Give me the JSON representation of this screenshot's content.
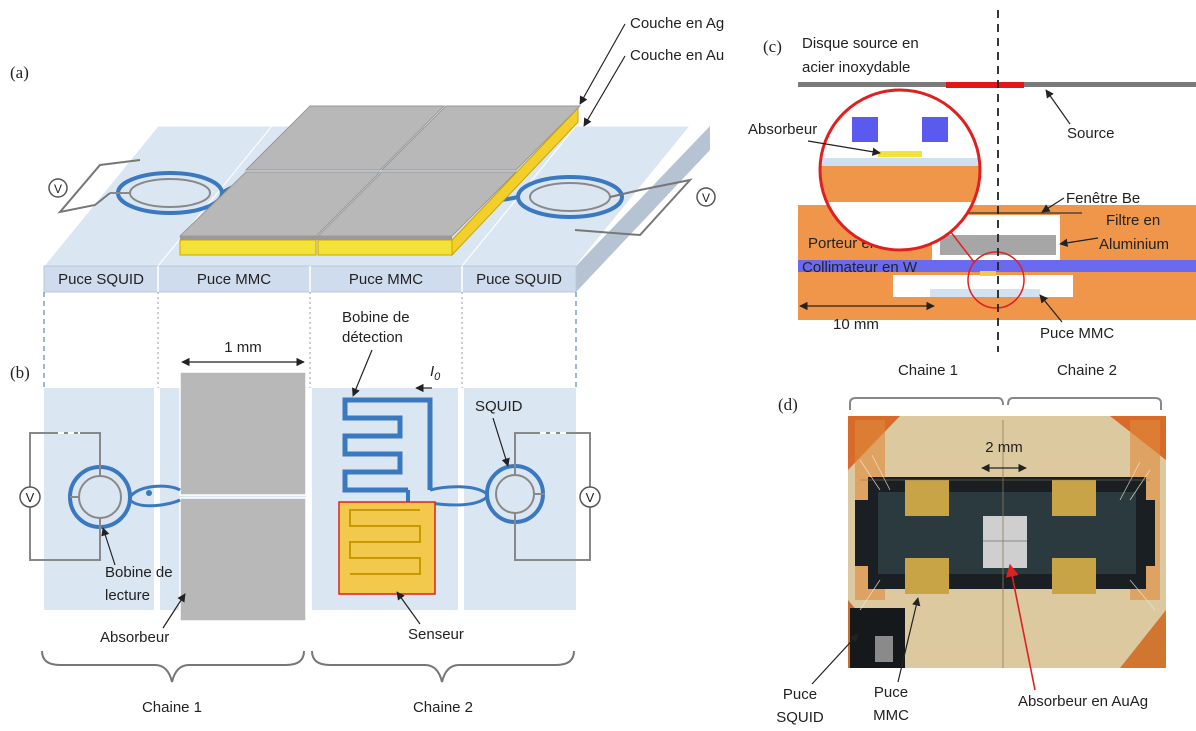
{
  "panels": {
    "a": "(a)",
    "b": "(b)",
    "c": "(c)",
    "d": "(d)"
  },
  "panel_a": {
    "layer_ag": "Couche en Ag",
    "layer_au": "Couche en Au",
    "chip_labels": [
      "Puce SQUID",
      "Puce MMC",
      "Puce MMC",
      "Puce SQUID"
    ],
    "voltmeter": "V"
  },
  "panel_b": {
    "scale": "1 mm",
    "detection_coil_l1": "Bobine de",
    "detection_coil_l2": "détection",
    "current": "I",
    "current_sub": "0",
    "squid": "SQUID",
    "readout_coil_l1": "Bobine de",
    "readout_coil_l2": "lecture",
    "absorber": "Absorbeur",
    "sensor": "Senseur",
    "chain1": "Chaine 1",
    "chain2": "Chaine 2",
    "voltmeter": "V"
  },
  "panel_c": {
    "source_disk_l1": "Disque source en",
    "source_disk_l2": "acier inoxydable",
    "source": "Source",
    "absorber": "Absorbeur",
    "be_window": "Fenêtre Be",
    "filter_l1": "Filtre en",
    "filter_l2": "Aluminium",
    "cu_holder": "Porteur en Cu",
    "w_collimator": "Collimateur en W",
    "scale": "10 mm",
    "mmc_chip": "Puce MMC"
  },
  "panel_d": {
    "chain1": "Chaine 1",
    "chain2": "Chaine 2",
    "scale": "2 mm",
    "squid_chip_l1": "Puce",
    "squid_chip_l2": "SQUID",
    "mmc_chip_l1": "Puce",
    "mmc_chip_l2": "MMC",
    "absorber": "Absorbeur en AuAg"
  },
  "colors": {
    "chip_blue": "#dbe6f3",
    "coil_blue": "#3a78bf",
    "absorber_gray": "#b8b8b8",
    "gold": "#f2cf2a",
    "copper": "#f0964a",
    "tungsten": "#6a6af0",
    "source_red": "#e01818",
    "circle_red": "#e02020"
  }
}
